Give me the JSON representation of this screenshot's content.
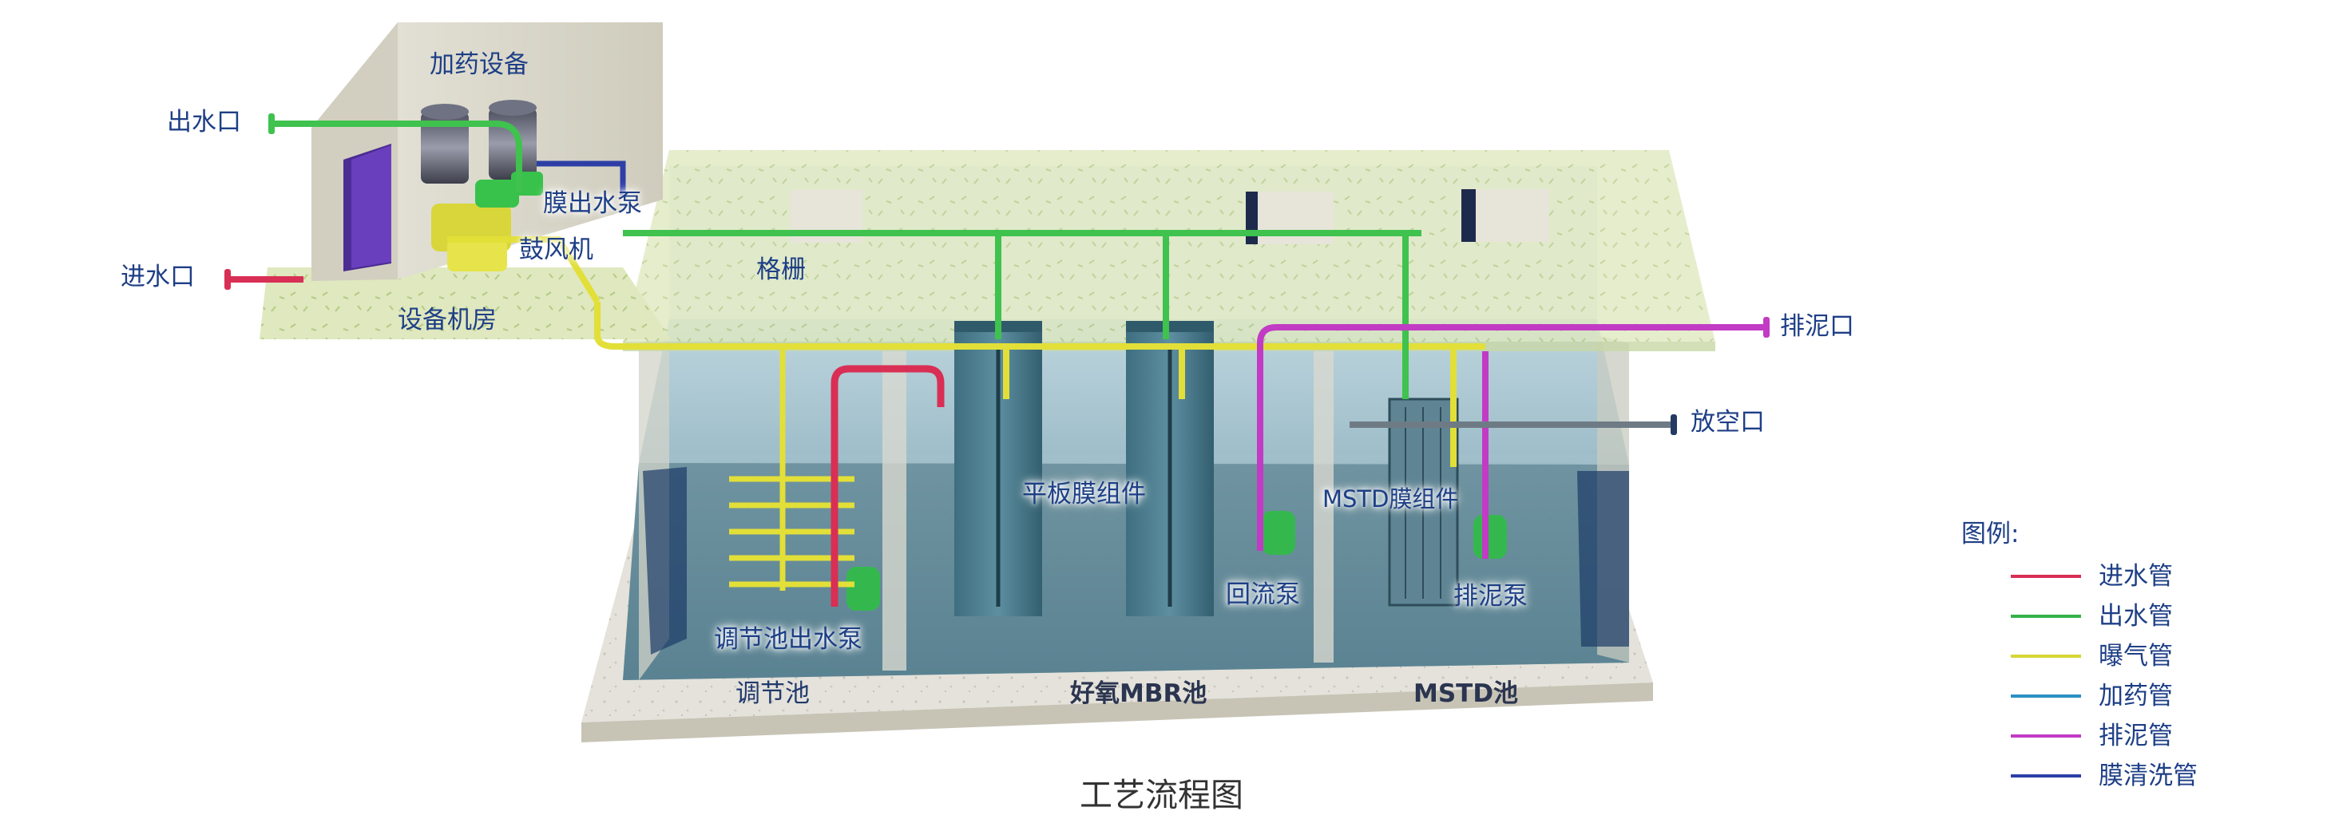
{
  "labels": {
    "dosing_equipment": "加药设备",
    "outlet": "出水口",
    "inlet": "进水口",
    "membrane_pump": "膜出水泵",
    "blower": "鼓风机",
    "equipment_room": "设备机房",
    "grille": "格栅",
    "sludge_outlet": "排泥口",
    "vent_outlet": "放空口",
    "flat_membrane": "平板膜组件",
    "mstd_membrane": "MSTD膜组件",
    "return_pump": "回流泵",
    "sludge_pump": "排泥泵",
    "regulating_pump": "调节池出水泵",
    "regulating_tank": "调节池",
    "mbr_tank": "好氧MBR池",
    "mstd_tank": "MSTD池"
  },
  "title": "工艺流程图",
  "legend": {
    "title": "图例:",
    "items": [
      {
        "label": "进水管",
        "color": "#d92f55"
      },
      {
        "label": "出水管",
        "color": "#36b24a"
      },
      {
        "label": "曝气管",
        "color": "#d7d636"
      },
      {
        "label": "加药管",
        "color": "#2b8fc4"
      },
      {
        "label": "排泥管",
        "color": "#c23bc4"
      },
      {
        "label": "膜清洗管",
        "color": "#2d3fa6"
      }
    ]
  }
}
